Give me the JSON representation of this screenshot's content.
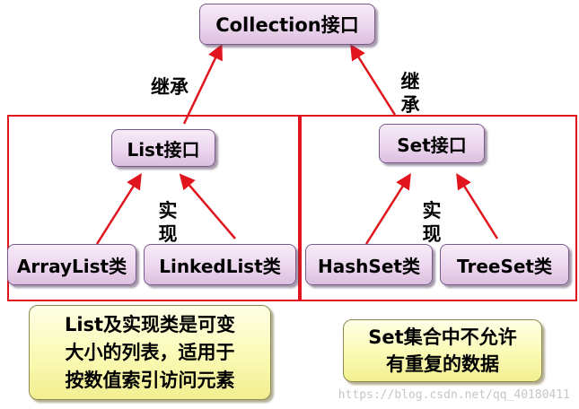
{
  "nodes": {
    "collection": "Collection接口",
    "list": "List接口",
    "set": "Set接口",
    "arraylist": "ArrayList类",
    "linkedlist": "LinkedList类",
    "hashset": "HashSet类",
    "treeset": "TreeSet类"
  },
  "edge_labels": {
    "inherit_left": "继承",
    "inherit_right": "继\n承",
    "implement_left": "实\n现",
    "implement_right": "实\n现"
  },
  "notes": {
    "list_note": "List及实现类是可变\n大小的列表，适用于\n按数值索引访问元素",
    "set_note": "Set集合中不允许\n有重复的数据"
  },
  "watermark": "https://blog.csdn.net/qq_40180411",
  "colors": {
    "arrow": "#e0151d",
    "frame": "#e0151d",
    "node_fill": "#ecd6ee",
    "note_fill": "#fafab4"
  }
}
